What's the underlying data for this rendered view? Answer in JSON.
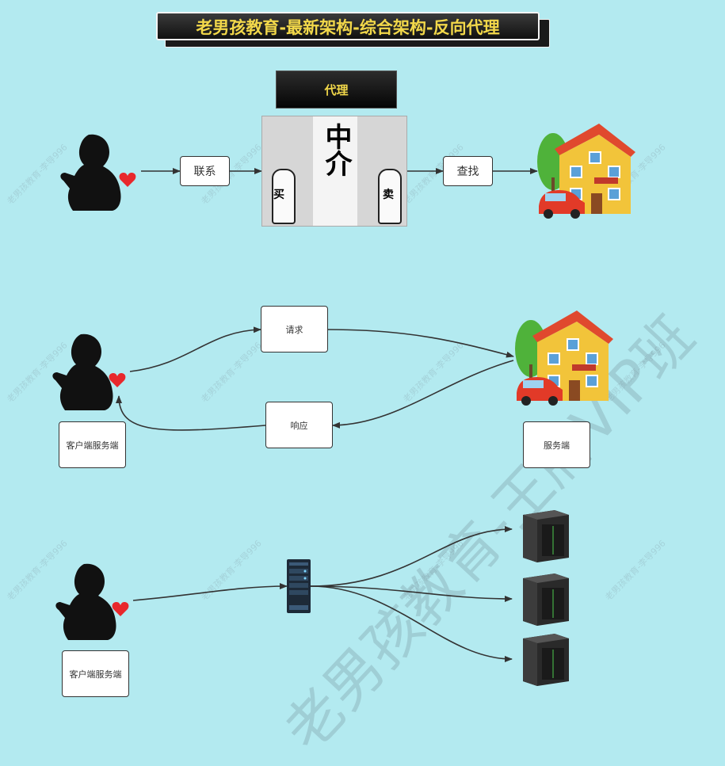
{
  "title": "老男孩教育-最新架构-综合架构-反向代理",
  "row1": {
    "proxy_label": "代理",
    "contact_label": "联系",
    "find_label": "查找",
    "broker_glyphs": {
      "center": "中介",
      "left": "买",
      "right": "卖"
    }
  },
  "row2": {
    "request_label": "请求",
    "response_label": "响应",
    "client_label": "客户端服务端",
    "server_label": "服务端"
  },
  "row3": {
    "client_label": "客户端服务端"
  },
  "watermarks": {
    "small": "老男孩教育-李导996",
    "large": "老男孩教育-王牌VIP班"
  },
  "colors": {
    "background": "#b3eaf0",
    "title_text": "#f2d84a",
    "heart": "#e8282c"
  }
}
